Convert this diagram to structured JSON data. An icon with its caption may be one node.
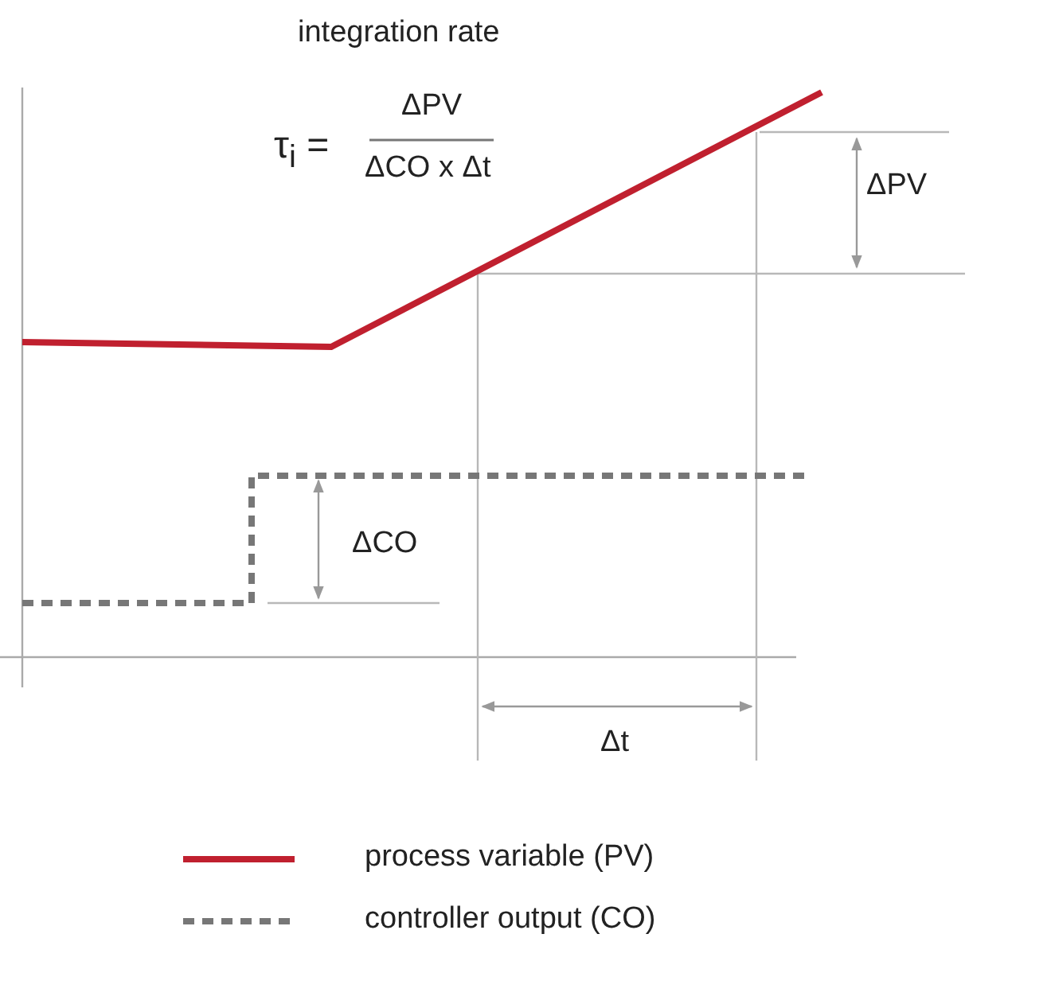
{
  "diagram": {
    "title": "integration rate",
    "labels": [
      "τ$_{i}$ =",
      "ΔPV",
      "ΔCO x Δt",
      "ΔPV",
      "ΔCO",
      "Δt"
    ],
    "legend": [
      {
        "text": "process variable (PV)"
      },
      {
        "text": "controller output (CO)"
      }
    ]
  }
}
